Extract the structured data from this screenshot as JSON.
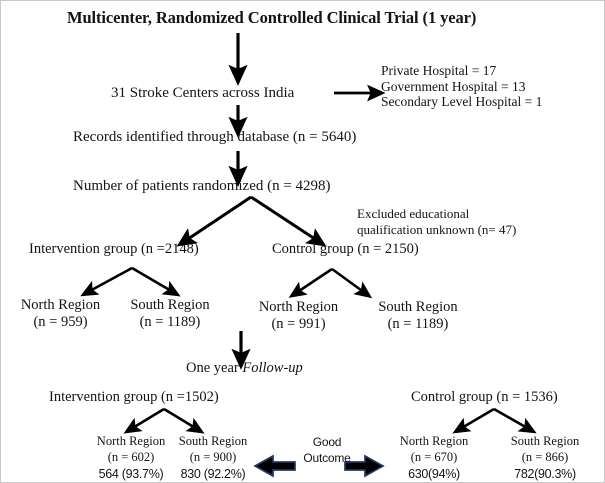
{
  "figure": {
    "title": "Multicenter, Randomized Controlled Clinical Trial (1 year)",
    "accent_arrow_fill": "#000000",
    "accent_arrow_stroke": "#1F3864",
    "line_color": "#000000"
  },
  "flow": {
    "centers": "31 Stroke Centers across India",
    "hospital_breakdown": [
      "Private Hospital = 17",
      "Government Hospital = 13",
      "Secondary Level Hospital = 1"
    ],
    "records": "Records identified  through database (n = 5640)",
    "randomized": "Number of patients randomized  (n = 4298)",
    "excluded_line1": "Excluded educational",
    "excluded_line2": "qualification unknown  (n= 47)",
    "followup_label_plain": "One year ",
    "followup_label_italic": "Follow-up",
    "good_outcome_line1": "Good",
    "good_outcome_line2": "Outcome"
  },
  "baseline": {
    "intervention": {
      "label": "Intervention group (n =2148)",
      "regions": [
        {
          "name": "North Region",
          "n": "(n = 959)"
        },
        {
          "name": "South Region",
          "n": "(n = 1189)"
        }
      ]
    },
    "control": {
      "label": "Control group (n = 2150)",
      "regions": [
        {
          "name": "North Region",
          "n": "(n = 991)"
        },
        {
          "name": "South Region",
          "n": "(n = 1189)"
        }
      ]
    }
  },
  "followup": {
    "intervention": {
      "label": "Intervention  group (n =1502)",
      "regions": [
        {
          "name": "North Region",
          "n": "(n = 602)",
          "outcome": "564 (93.7%)"
        },
        {
          "name": "South Region",
          "n": "(n = 900)",
          "outcome": "830 (92.2%)"
        }
      ]
    },
    "control": {
      "label": "Control group (n = 1536)",
      "regions": [
        {
          "name": "North Region",
          "n": "(n = 670)",
          "outcome": "630(94%)"
        },
        {
          "name": "South Region",
          "n": "(n = 866)",
          "outcome": "782(90.3%)"
        }
      ]
    }
  }
}
